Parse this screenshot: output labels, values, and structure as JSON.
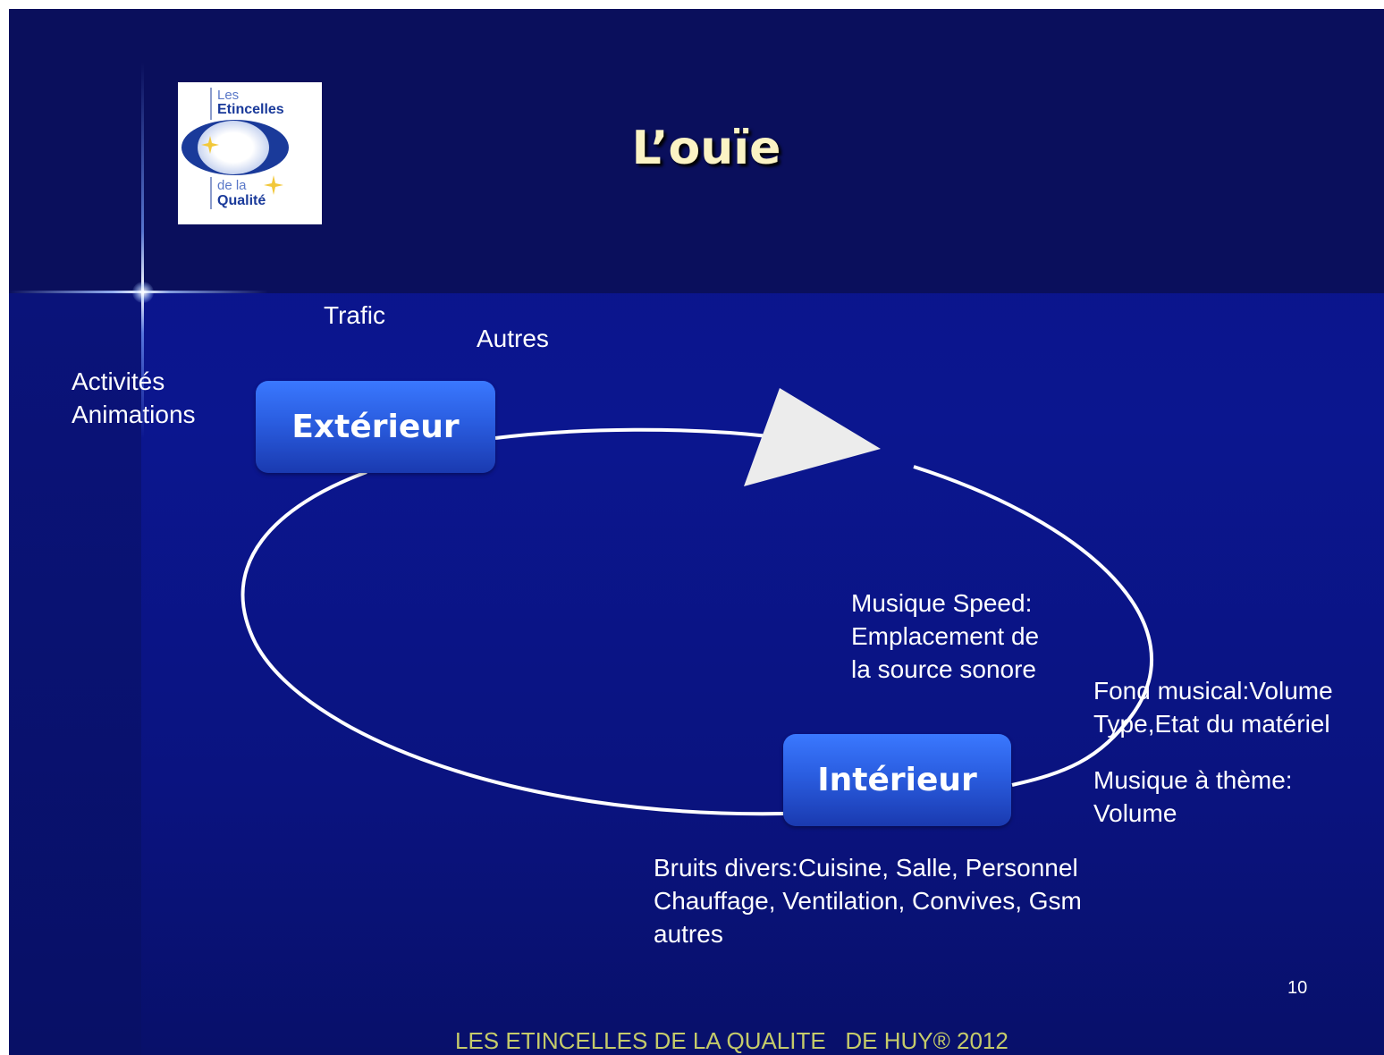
{
  "slide": {
    "title": "L’ouïe",
    "logo": {
      "line1": "Les",
      "line2": "Etincelles",
      "line3": "de la",
      "line4": "Qualité"
    },
    "nodes": {
      "exterieur": "Extérieur",
      "interieur": "Intérieur"
    },
    "labels": {
      "trafic": "Trafic",
      "autres": "Autres",
      "activites": "Activités\nAnimations",
      "musique_speed": "Musique Speed:\nEmplacement de\nla source sonore",
      "fond_musical": "Fond musical:Volume\nType,Etat du matériel",
      "musique_theme": "Musique à thème:\nVolume",
      "bruits": "Bruits divers:Cuisine, Salle, Personnel\nChauffage, Ventilation, Convives, Gsm\nautres"
    },
    "page_number": "10",
    "footer": "LES ETINCELLES DE LA QUALITE   DE HUY® 2012"
  },
  "colors": {
    "background": "#0b168f",
    "header_band": "#0a0f5c",
    "title": "#fbf3c4",
    "node_fill": "#2a5de0",
    "cycle_line": "#ffffff",
    "arrow_fill": "#ececec",
    "footer_text": "#c5cb6a"
  }
}
